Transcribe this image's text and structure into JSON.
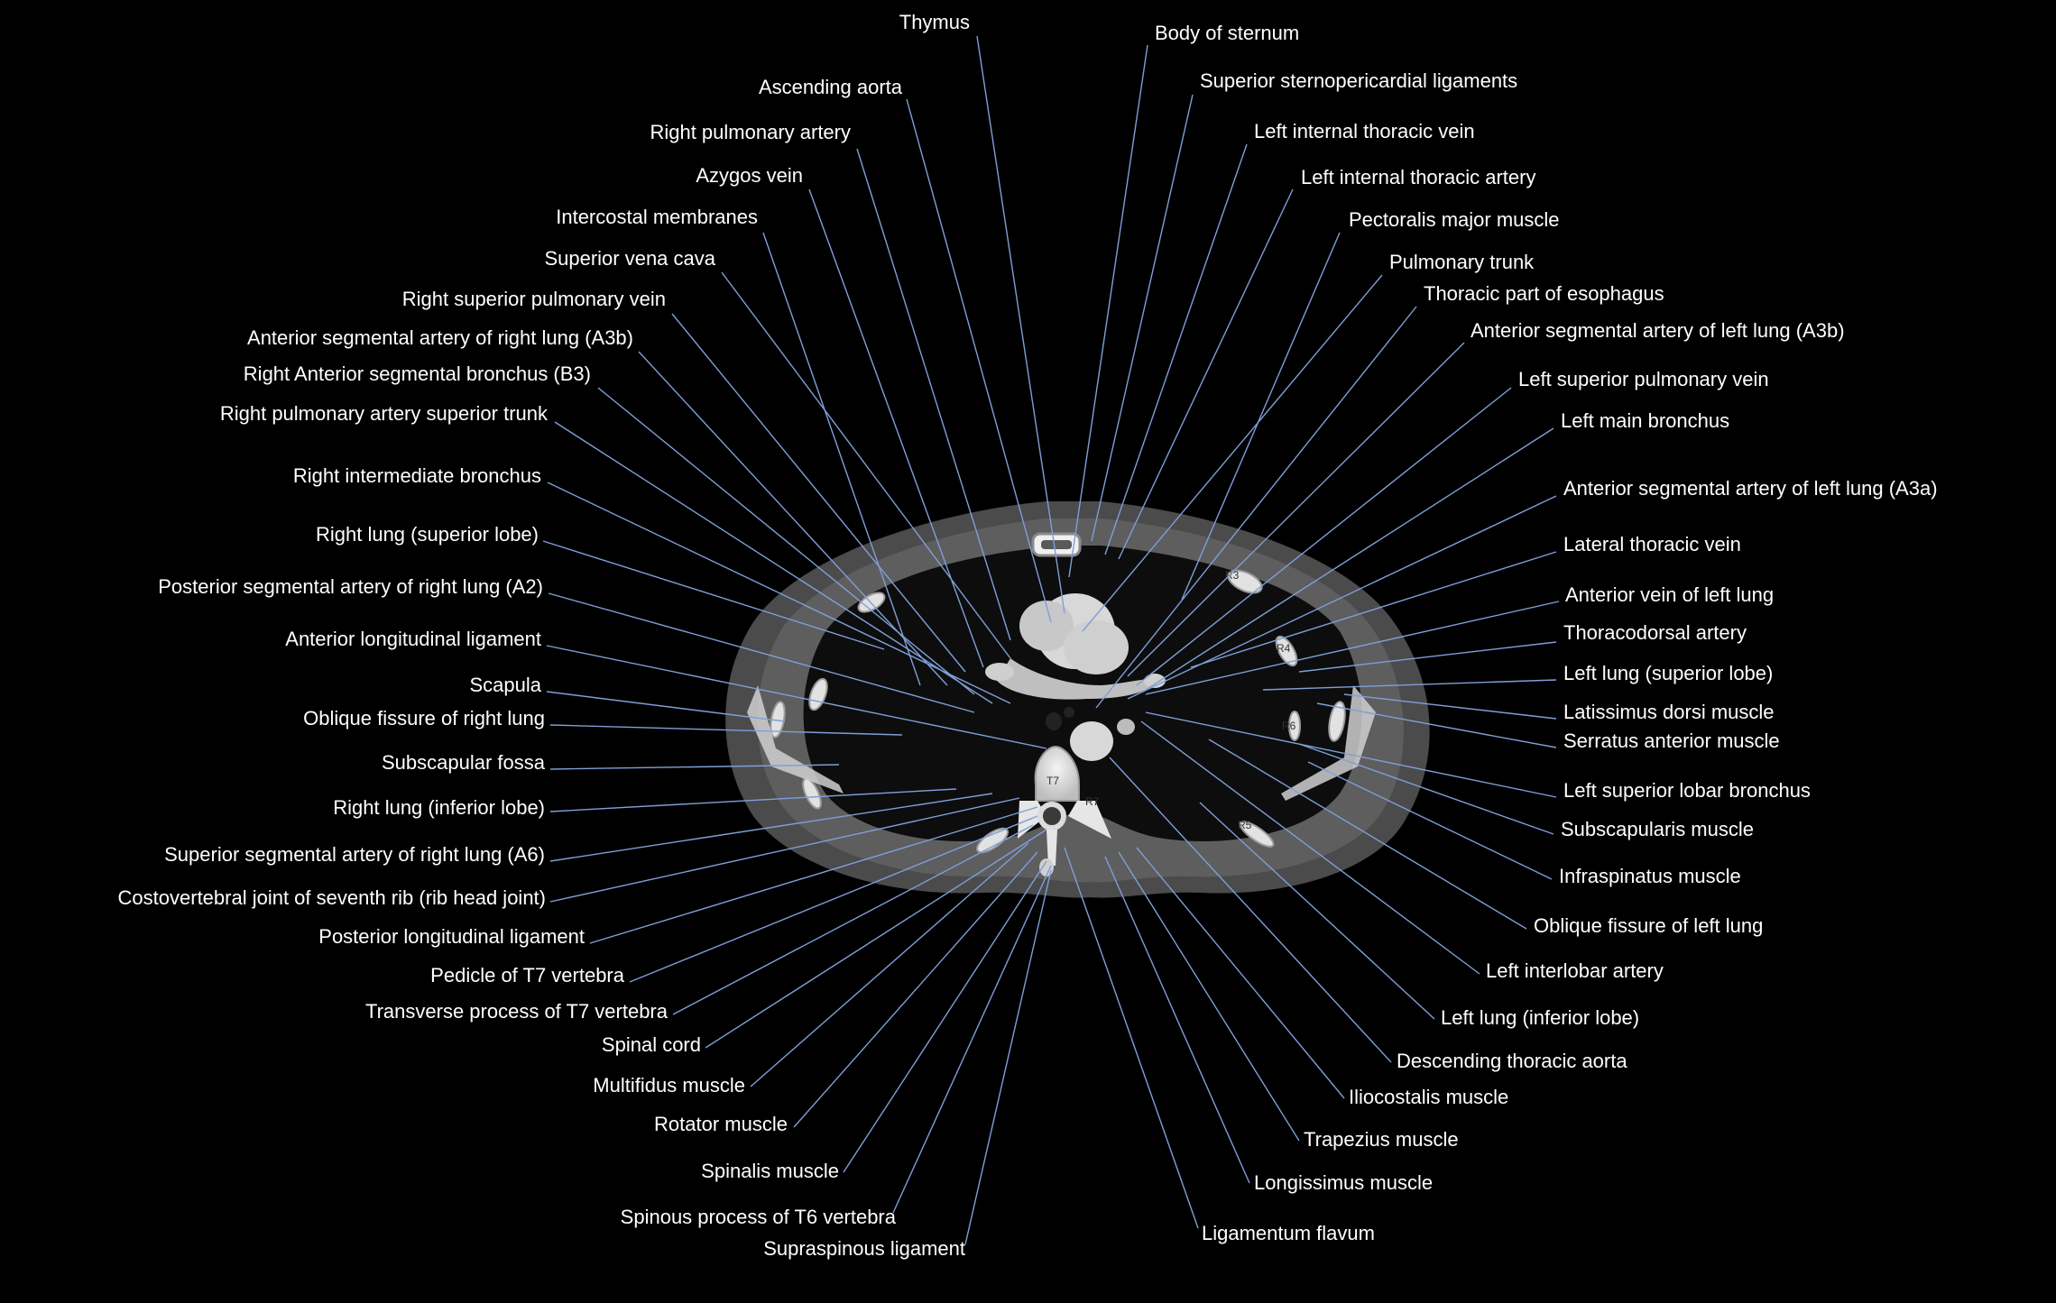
{
  "labels_left": [
    "Thymus",
    "Ascending aorta",
    "Right pulmonary artery",
    "Azygos vein",
    "Intercostal membranes",
    "Superior vena cava",
    "Right superior pulmonary vein",
    "Anterior segmental artery of right lung (A3b)",
    "Right Anterior segmental bronchus (B3)",
    "Right pulmonary artery superior trunk",
    "Right intermediate bronchus",
    "Right lung (superior lobe)",
    "Posterior segmental artery of right lung (A2)",
    "Anterior longitudinal ligament",
    "Scapula",
    "Oblique fissure of right lung",
    "Subscapular fossa",
    "Right lung  (inferior lobe)",
    "Superior segmental artery of right lung (A6)",
    "Costovertebral joint of seventh rib (rib head joint)",
    "Posterior longitudinal ligament",
    "Pedicle of T7 vertebra",
    "Transverse process of T7 vertebra",
    "Spinal cord",
    "Multifidus muscle",
    "Rotator muscle",
    "Spinalis muscle",
    "Spinous process of T6 vertebra",
    "Supraspinous ligament"
  ],
  "labels_right": [
    "Body of sternum",
    "Superior sternopericardial ligaments",
    "Left internal thoracic vein",
    "Left internal thoracic artery",
    "Pectoralis major muscle",
    "Pulmonary trunk",
    "Thoracic part of esophagus",
    "Anterior segmental artery of left lung (A3b)",
    "Left superior pulmonary vein",
    "Left main bronchus",
    "Anterior segmental artery of left lung (A3a)",
    "Lateral thoracic vein",
    "Anterior vein of left lung",
    "Thoracodorsal artery",
    "Left lung (superior lobe)",
    "Latissimus dorsi muscle",
    "Serratus anterior muscle",
    "Left superior lobar bronchus",
    "Subscapularis muscle",
    "Infraspinatus muscle",
    "Oblique fissure of left lung",
    "Left interlobar artery",
    "Left lung (inferior lobe)",
    "Descending thoracic aorta",
    "Iliocostalis muscle",
    "Trapezius muscle",
    "Longissimus muscle",
    "Ligamentum flavum"
  ],
  "image_tags": [
    "T7",
    "R7",
    "R6",
    "R5",
    "R4",
    "R3"
  ],
  "colors": {
    "background": "#000000",
    "label_text": "#ffffff",
    "leader_line": "#7f9fd8"
  }
}
